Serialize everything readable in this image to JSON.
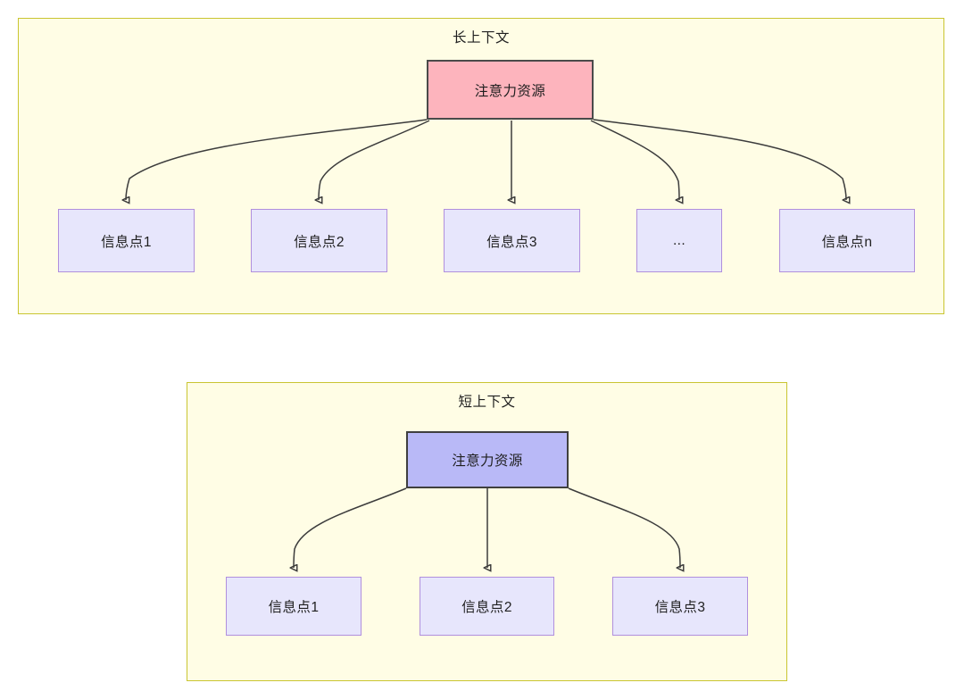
{
  "diagram": {
    "title_long": "长上下文",
    "title_short": "短上下文",
    "colors": {
      "group_fill": "#fffde5",
      "group_border": "#c9c531",
      "attention_long_fill": "#fdb4bd",
      "attention_short_fill": "#b9b9f7",
      "info_fill": "#e7e6fc",
      "info_border": "#b08fdd",
      "edge_stroke": "#3c3c3c",
      "text": "#1f1f1f"
    }
  },
  "long_context": {
    "title": "长上下文",
    "attention": {
      "label": "注意力资源"
    },
    "info_points": [
      {
        "label": "信息点1"
      },
      {
        "label": "信息点2"
      },
      {
        "label": "信息点3"
      },
      {
        "label": "..."
      },
      {
        "label": "信息点n"
      }
    ]
  },
  "short_context": {
    "title": "短上下文",
    "attention": {
      "label": "注意力资源"
    },
    "info_points": [
      {
        "label": "信息点1"
      },
      {
        "label": "信息点2"
      },
      {
        "label": "信息点3"
      }
    ]
  }
}
